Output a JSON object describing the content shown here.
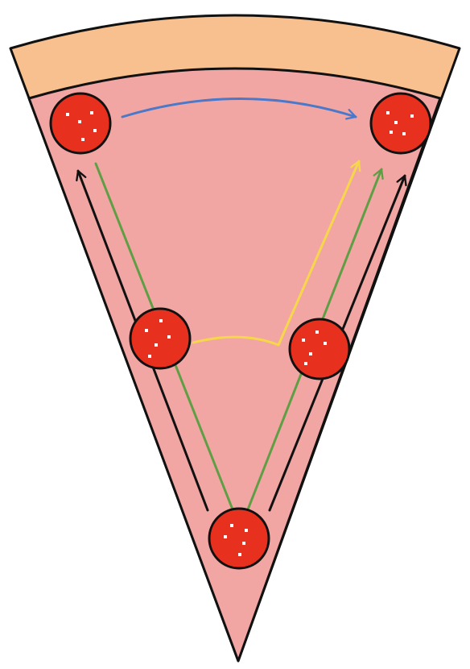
{
  "diagram": {
    "subject": "pizza-slice",
    "colors": {
      "crust": "#f8c08e",
      "sauce": "#f2a6a3",
      "outline": "#111111",
      "pepperoni": "#e8301f",
      "pepperoni_spots": "#ffffff",
      "arrow_blue": "#4b78c8",
      "arrow_green": "#5f9e44",
      "arrow_yellow": "#f6d64b",
      "arrow_black": "#111111"
    },
    "pepperoni": [
      {
        "id": "top-left"
      },
      {
        "id": "top-right"
      },
      {
        "id": "middle-left"
      },
      {
        "id": "middle-right"
      },
      {
        "id": "bottom"
      }
    ],
    "arrows": [
      {
        "id": "blue-top-left-to-top-right",
        "color": "blue"
      },
      {
        "id": "green-bottom-to-top-left",
        "color": "green"
      },
      {
        "id": "green-bottom-to-top-right",
        "color": "green"
      },
      {
        "id": "black-left-edge-up",
        "color": "black"
      },
      {
        "id": "black-right-edge-up",
        "color": "black"
      },
      {
        "id": "yellow-middle-left-to-top-right",
        "color": "yellow"
      }
    ]
  }
}
